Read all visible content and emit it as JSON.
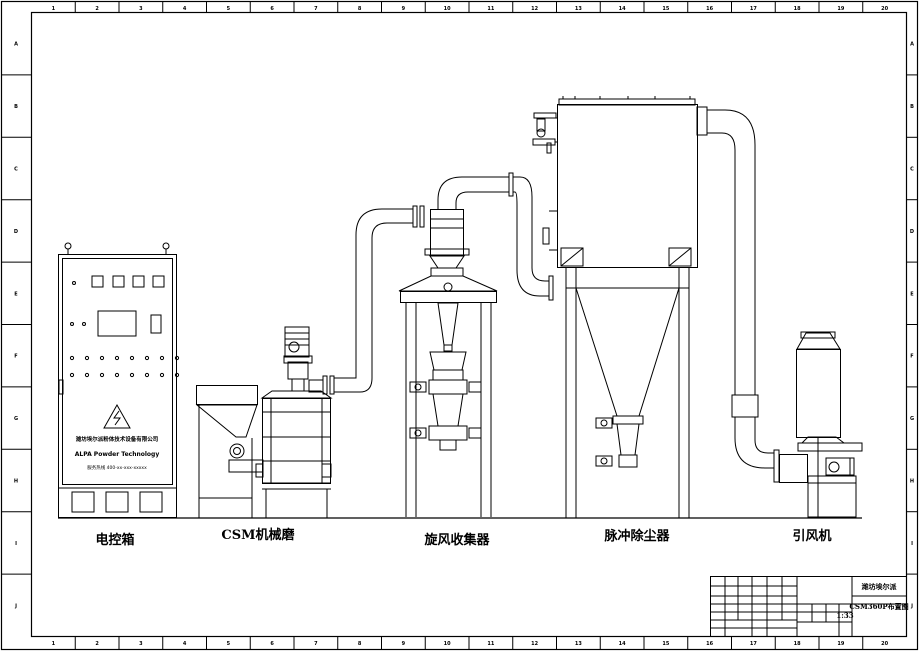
{
  "labels": {
    "control_box": "电控箱",
    "mill": "CSM机械磨",
    "cyclone": "旋风收集器",
    "dust_collector": "脉冲除尘器",
    "fan": "引风机"
  },
  "control_box_plate": {
    "company_cn": "潍坊埃尔派粉体技术设备有限公司",
    "company_en": "ALPA Powder Technology",
    "phone": "服务热线 400-xx-xxx-xxxxx"
  },
  "title_block": {
    "company": "潍坊埃尔派",
    "drawing_title": "CSM360P布置图",
    "scale": "1:33"
  },
  "border": {
    "top_numbers": [
      "1",
      "2",
      "3",
      "4",
      "5",
      "6",
      "7",
      "8",
      "9",
      "10",
      "11",
      "12",
      "13",
      "14",
      "15",
      "16",
      "17",
      "18",
      "19",
      "20"
    ],
    "side_letters": [
      "A",
      "B",
      "C",
      "D",
      "E",
      "F",
      "G",
      "H",
      "I",
      "J"
    ]
  }
}
